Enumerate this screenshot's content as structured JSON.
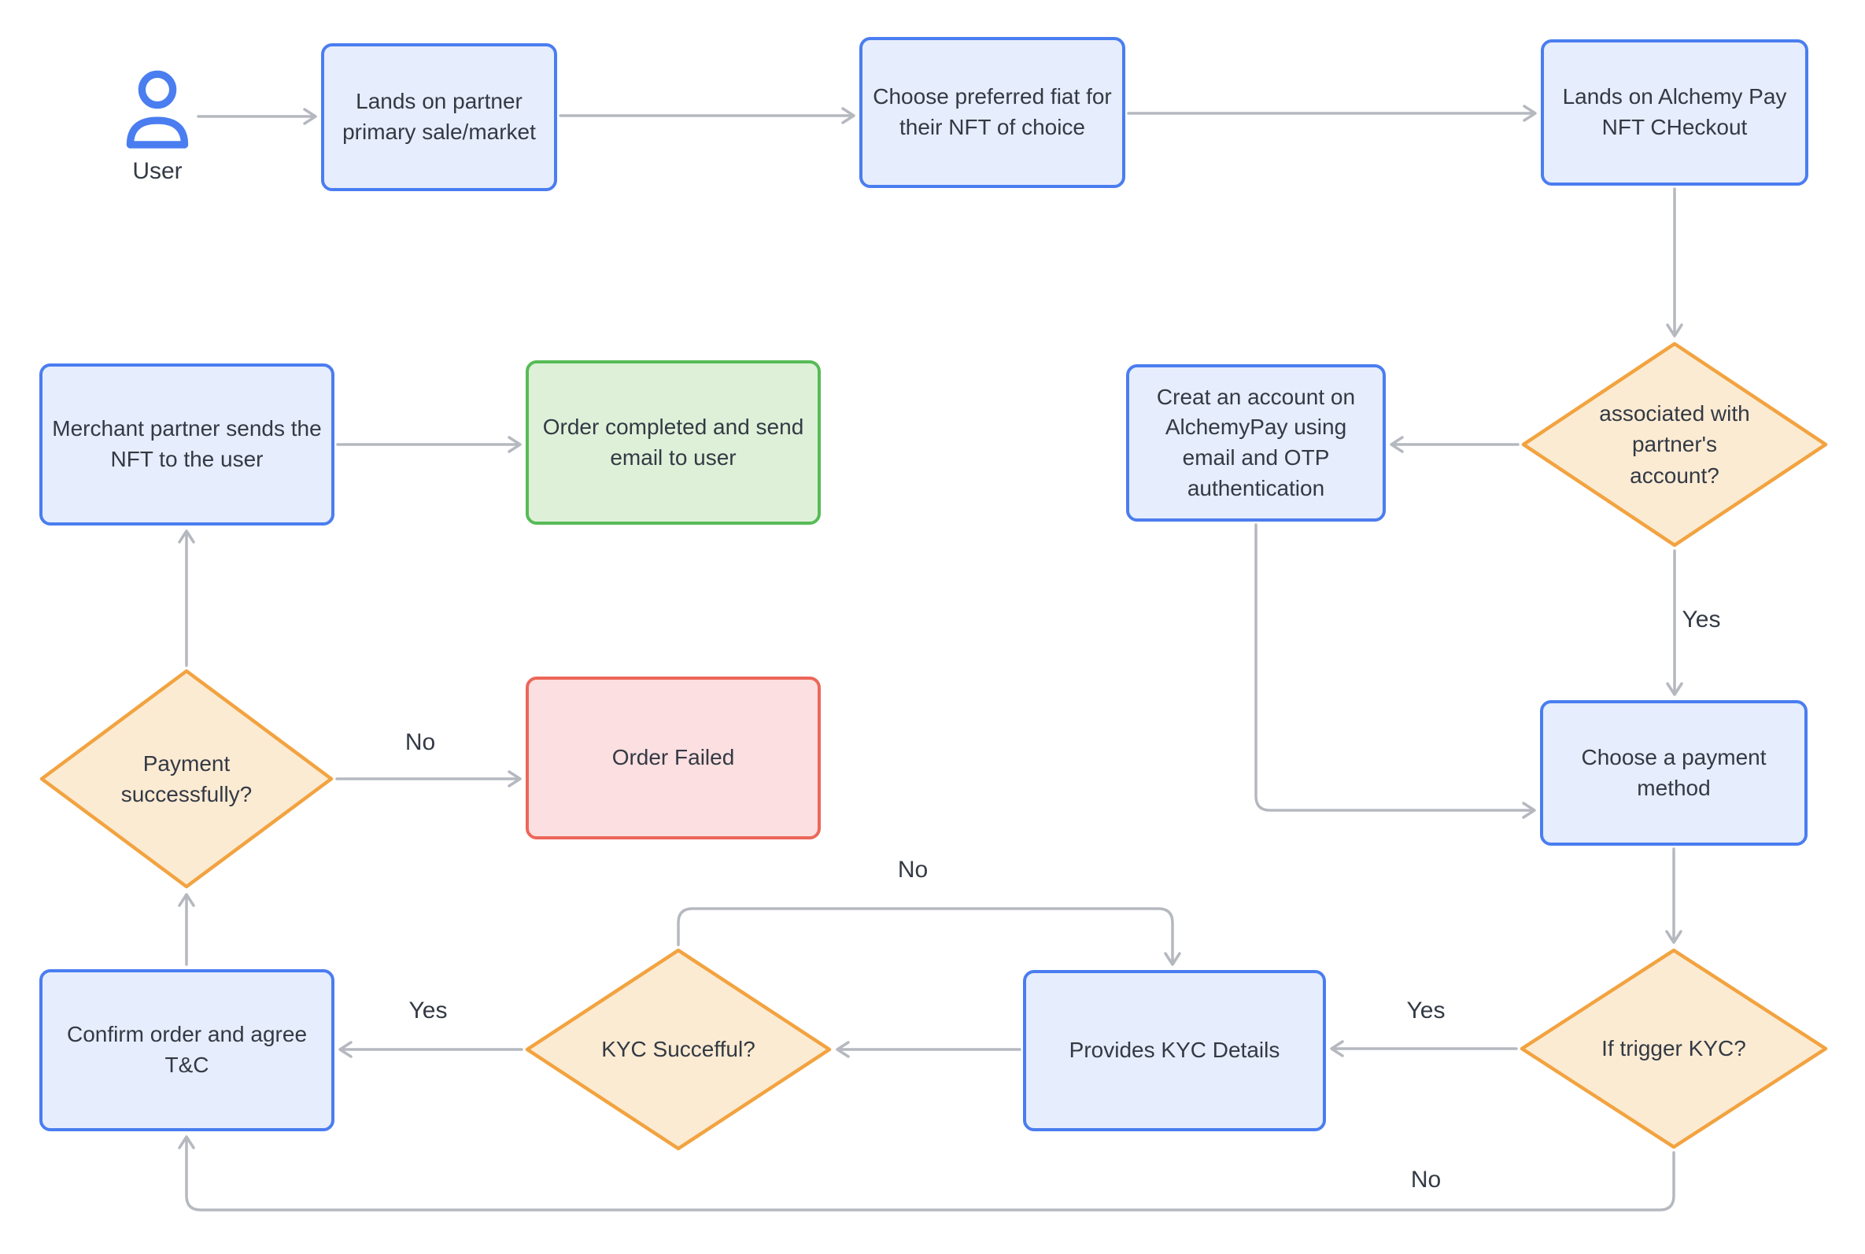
{
  "flowchart": {
    "nodes": [
      {
        "id": "user",
        "type": "actor",
        "icon": "user-icon",
        "label": "User"
      },
      {
        "id": "lands-partner",
        "type": "process",
        "label": "Lands on partner primary sale/market"
      },
      {
        "id": "choose-fiat",
        "type": "process",
        "label": "Choose preferred fiat for their NFT of choice"
      },
      {
        "id": "lands-alchemy-checkout",
        "type": "process",
        "label": "Lands on Alchemy Pay NFT CHeckout"
      },
      {
        "id": "associated-account",
        "type": "decision",
        "label": "associated with partner's account?"
      },
      {
        "id": "create-account",
        "type": "process",
        "label": "Creat an account on AlchemyPay using email and OTP authentication"
      },
      {
        "id": "choose-payment-method",
        "type": "process",
        "label": "Choose a payment method"
      },
      {
        "id": "if-trigger-kyc",
        "type": "decision",
        "label": "If trigger KYC?"
      },
      {
        "id": "provides-kyc-details",
        "type": "process",
        "label": "Provides KYC Details"
      },
      {
        "id": "kyc-succefful",
        "type": "decision",
        "label": "KYC Succefful?"
      },
      {
        "id": "confirm-order-tc",
        "type": "process",
        "label": "Confirm order and agree T&C"
      },
      {
        "id": "payment-successfully",
        "type": "decision",
        "label": "Payment successfully?"
      },
      {
        "id": "order-failed",
        "type": "fail",
        "label": "Order Failed"
      },
      {
        "id": "merchant-sends-nft",
        "type": "process",
        "label": "Merchant partner sends the NFT to the user"
      },
      {
        "id": "order-completed",
        "type": "success",
        "label": "Order completed and send email to user"
      }
    ],
    "edges": [
      {
        "from": "user",
        "to": "lands-partner",
        "label": ""
      },
      {
        "from": "lands-partner",
        "to": "choose-fiat",
        "label": ""
      },
      {
        "from": "choose-fiat",
        "to": "lands-alchemy-checkout",
        "label": ""
      },
      {
        "from": "lands-alchemy-checkout",
        "to": "associated-account",
        "label": ""
      },
      {
        "from": "associated-account",
        "to": "create-account",
        "label": ""
      },
      {
        "from": "associated-account",
        "to": "choose-payment-method",
        "label": "Yes"
      },
      {
        "from": "create-account",
        "to": "choose-payment-method",
        "label": ""
      },
      {
        "from": "choose-payment-method",
        "to": "if-trigger-kyc",
        "label": ""
      },
      {
        "from": "if-trigger-kyc",
        "to": "provides-kyc-details",
        "label": "Yes"
      },
      {
        "from": "if-trigger-kyc",
        "to": "confirm-order-tc",
        "label": "No"
      },
      {
        "from": "provides-kyc-details",
        "to": "kyc-succefful",
        "label": ""
      },
      {
        "from": "kyc-succefful",
        "to": "confirm-order-tc",
        "label": "Yes"
      },
      {
        "from": "kyc-succefful",
        "to": "provides-kyc-details",
        "label": "No"
      },
      {
        "from": "confirm-order-tc",
        "to": "payment-successfully",
        "label": ""
      },
      {
        "from": "payment-successfully",
        "to": "order-failed",
        "label": "No"
      },
      {
        "from": "payment-successfully",
        "to": "merchant-sends-nft",
        "label": ""
      },
      {
        "from": "merchant-sends-nft",
        "to": "order-completed",
        "label": ""
      }
    ],
    "colors": {
      "process_fill": "#e6edfc",
      "process_border": "#4a7df0",
      "decision_fill": "#fcebd3",
      "decision_border": "#f2a340",
      "success_fill": "#def0d8",
      "success_border": "#57bb57",
      "fail_fill": "#fcdfe0",
      "fail_border": "#ec6759",
      "arrow_color": "#b5b9bf",
      "text_color": "#333a44",
      "canvas_bg": "#ffffff"
    }
  }
}
